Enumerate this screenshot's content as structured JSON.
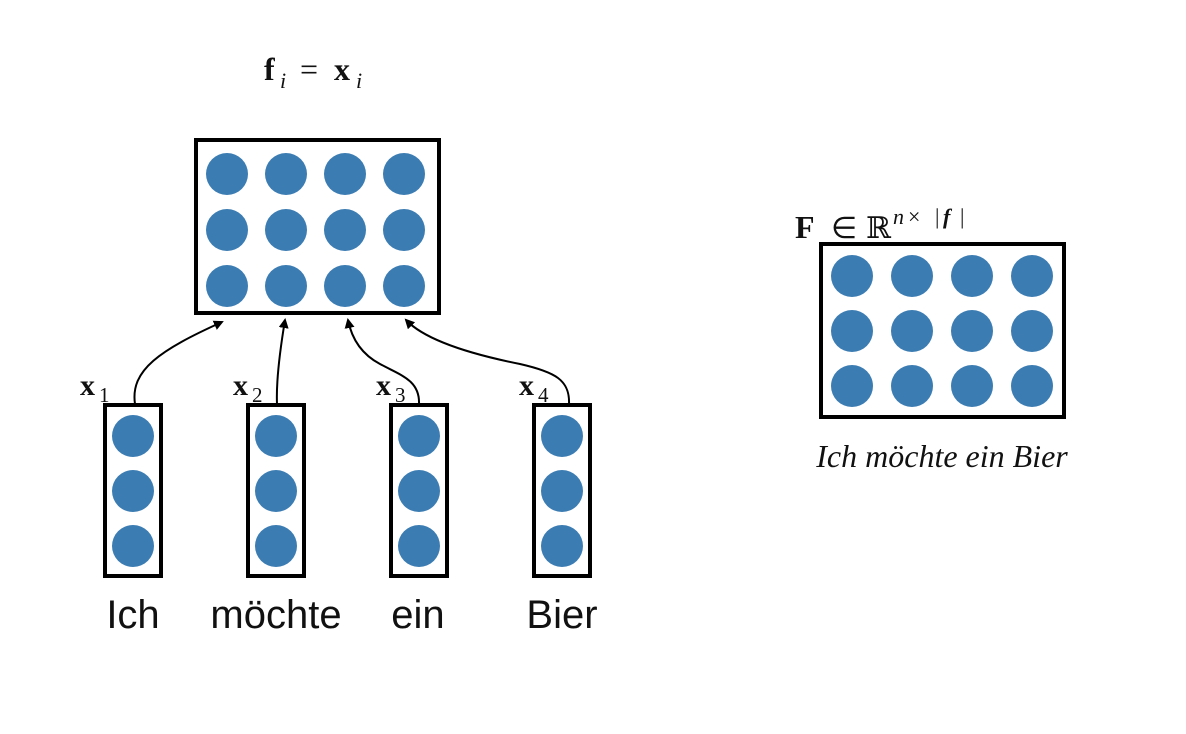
{
  "formula_top": {
    "f": "f",
    "f_sub": "i",
    "eq": "=",
    "x": "x",
    "x_sub": "i"
  },
  "words": [
    "Ich",
    "möchte",
    "ein",
    "Bier"
  ],
  "inputs": [
    {
      "var": "x",
      "sub": "1"
    },
    {
      "var": "x",
      "sub": "2"
    },
    {
      "var": "x",
      "sub": "3"
    },
    {
      "var": "x",
      "sub": "4"
    }
  ],
  "matrix_label": {
    "F": "F",
    "in": "∈",
    "R": "ℝ",
    "sup_n": "n",
    "sup_times": "×",
    "sup_bar_l": "|",
    "sup_f": "f",
    "sup_bar_r": "|"
  },
  "matrix_caption": "Ich möchte ein Bier",
  "colors": {
    "dot": "#3b7cb3",
    "stroke": "#000000",
    "background": "#ffffff"
  },
  "grid": {
    "rows": 3,
    "cols": 4
  }
}
